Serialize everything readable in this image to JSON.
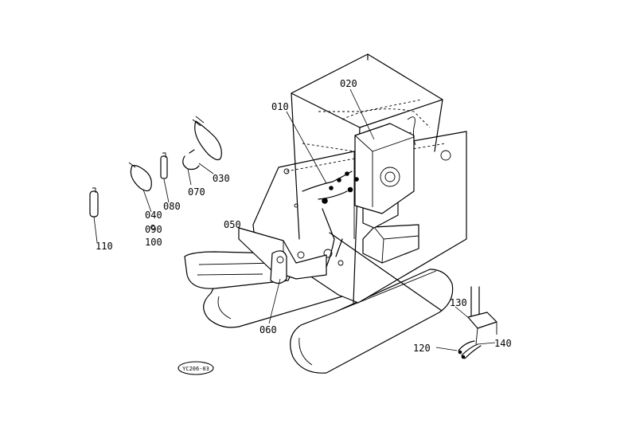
{
  "diagram": {
    "part_labels": {
      "p010": "010",
      "p020": "020",
      "p030": "030",
      "p040": "040",
      "p050": "050",
      "p060": "060",
      "p070": "070",
      "p080": "080",
      "p090": "090",
      "p100": "100",
      "p110": "110",
      "p120": "120",
      "p130": "130",
      "p140": "140"
    },
    "figure_code": "YC206-03"
  }
}
